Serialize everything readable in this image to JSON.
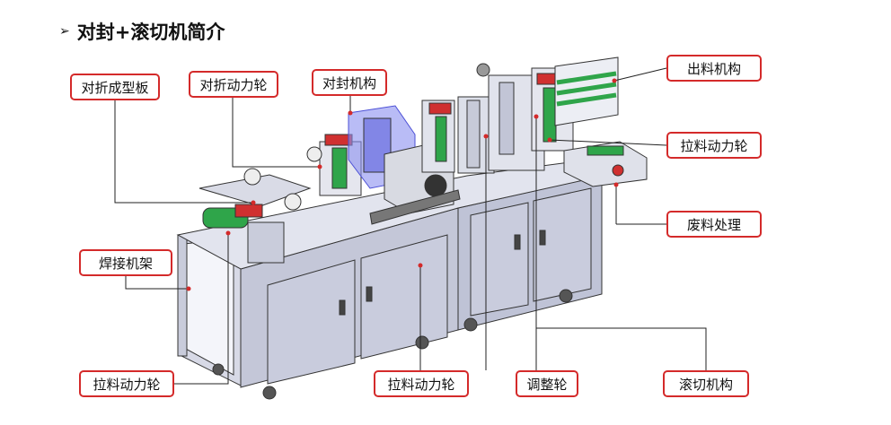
{
  "title": {
    "bullet": "➢",
    "text": "对封+滚切机简介"
  },
  "labels": {
    "fold_plate": "对折成型板",
    "fold_wheel": "对折动力轮",
    "seal_mech": "对封机构",
    "out_mech": "出料机构",
    "pull_wheel_right": "拉料动力轮",
    "waste": "废料处理",
    "frame": "焊接机架",
    "pull_wheel_left": "拉料动力轮",
    "pull_wheel_mid": "拉料动力轮",
    "adjust_wheel": "调整轮",
    "roll_cut": "滚切机构"
  },
  "colors": {
    "callout": "#d42a2a",
    "leader": "#222222",
    "frame": "#b9bdd0",
    "accent_green": "#2fa54a",
    "seal_blue": "#4b4fd6"
  }
}
